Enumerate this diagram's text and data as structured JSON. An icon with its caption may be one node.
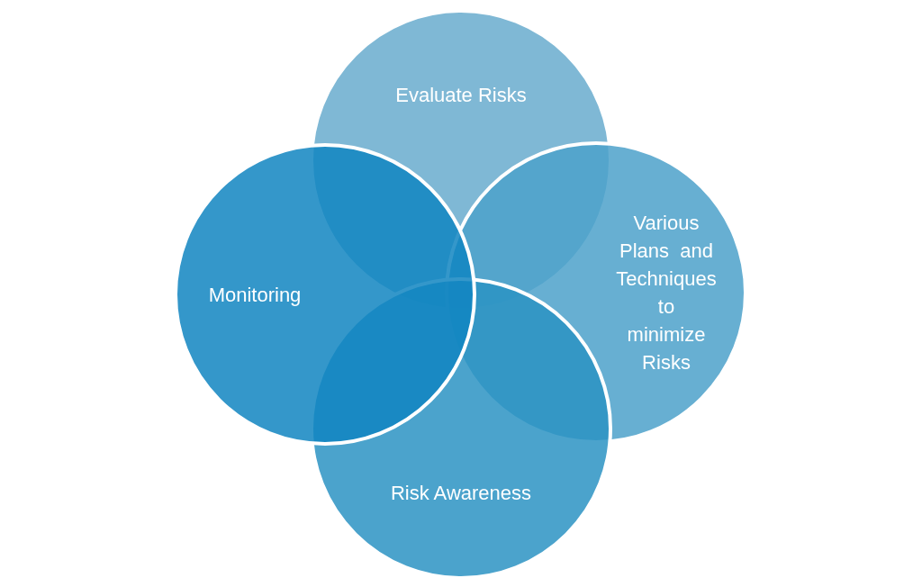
{
  "diagram": {
    "nodes": [
      {
        "text": [
          "Evaluate Risks"
        ]
      },
      {
        "text": [
          "Monitoring"
        ]
      },
      {
        "text": [
          "Various Plans and Techniques to minimize Risks"
        ]
      },
      {
        "text": [
          "Risk Awareness"
        ]
      }
    ]
  }
}
